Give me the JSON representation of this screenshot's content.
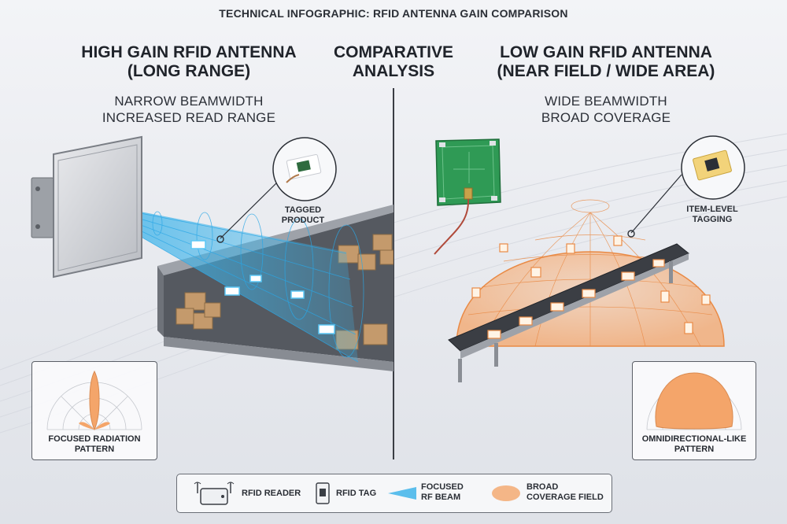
{
  "title": "TECHNICAL INFOGRAPHIC: RFID ANTENNA GAIN COMPARISON",
  "left": {
    "heading_line1": "HIGH GAIN RFID ANTENNA",
    "heading_line2": "(LONG RANGE)",
    "sub_line1": "NARROW BEAMWIDTH",
    "sub_line2": "INCREASED READ RANGE",
    "callout_line1": "TAGGED",
    "callout_line2": "PRODUCT",
    "pattern_line1": "FOCUSED RADIATION",
    "pattern_line2": "PATTERN"
  },
  "center": {
    "heading_line1": "COMPARATIVE",
    "heading_line2": "ANALYSIS"
  },
  "right": {
    "heading_line1": "LOW GAIN RFID ANTENNA",
    "heading_line2": "(NEAR FIELD / WIDE AREA)",
    "sub_line1": "WIDE BEAMWIDTH",
    "sub_line2": "BROAD COVERAGE",
    "callout_line1": "ITEM-LEVEL",
    "callout_line2": "TAGGING",
    "pattern_line1": "OMNIDIRECTIONAL-LIKE",
    "pattern_line2": "PATTERN"
  },
  "legend": {
    "reader": "RFID READER",
    "tag": "RFID TAG",
    "beam_line1": "FOCUSED",
    "beam_line2": "RF BEAM",
    "field_line1": "BROAD",
    "field_line2": "COVERAGE FIELD"
  },
  "colors": {
    "beam": "#3fb4ea",
    "field": "#f4a56a",
    "pcb": "#2f9a55"
  },
  "icons": [
    "rfid-reader-icon",
    "rfid-tag-icon",
    "rf-beam-icon",
    "coverage-field-icon"
  ]
}
